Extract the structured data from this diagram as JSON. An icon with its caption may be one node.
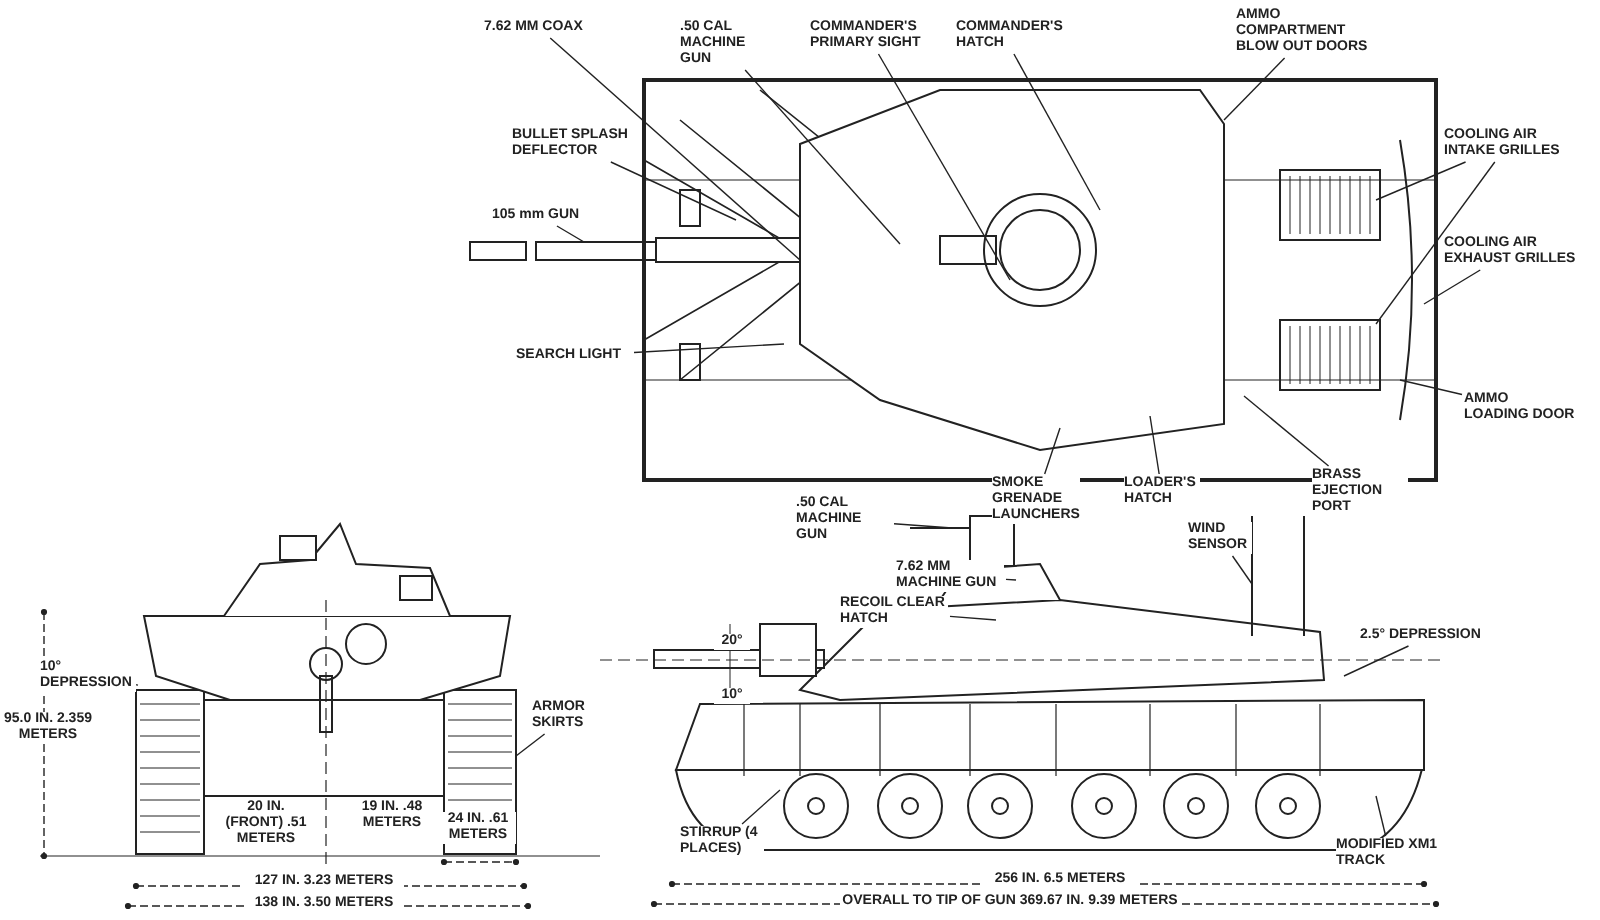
{
  "diagram": {
    "nodes": [
      {
        "text": [
          "7.62 MM COAX"
        ]
      },
      {
        "text": [
          ".50 CAL MACHINE GUN"
        ]
      },
      {
        "text": [
          "COMMANDER'S PRIMARY SIGHT"
        ]
      },
      {
        "text": [
          "COMMANDER'S HATCH"
        ]
      },
      {
        "text": [
          "AMMO COMPARTMENT BLOW OUT DOORS"
        ]
      },
      {
        "text": [
          "BULLET SPLASH DEFLECTOR"
        ]
      },
      {
        "text": [
          "105 mm GUN"
        ]
      },
      {
        "text": [
          "SEARCH LIGHT"
        ]
      },
      {
        "text": [
          "COOLING AIR INTAKE GRILLES"
        ]
      },
      {
        "text": [
          "COOLING AIR EXHAUST GRILLES"
        ]
      },
      {
        "text": [
          "AMMO LOADING DOOR"
        ]
      },
      {
        "text": [
          "SMOKE GRENADE LAUNCHERS"
        ]
      },
      {
        "text": [
          "LOADER'S HATCH"
        ]
      },
      {
        "text": [
          "BRASS EJECTION PORT"
        ]
      },
      {
        "text": [
          ".50 CAL MACHINE GUN"
        ]
      },
      {
        "text": [
          "7.62 MM MACHINE GUN"
        ]
      },
      {
        "text": [
          "RECOIL CLEAR HATCH"
        ]
      },
      {
        "text": [
          "WIND SENSOR"
        ]
      },
      {
        "text": [
          "2.5° DEPRESSION"
        ]
      },
      {
        "text": [
          "STIRRUP (4 PLACES)"
        ]
      },
      {
        "text": [
          "MODIFIED XM1 TRACK"
        ]
      },
      {
        "text": [
          "ARMOR SKIRTS"
        ]
      },
      {
        "text": [
          "10° DEPRESSION"
        ]
      }
    ],
    "edges": [
      {
        "from": 0,
        "to": null,
        "arrow": "none"
      },
      {
        "from": 1,
        "to": null,
        "arrow": "none"
      },
      {
        "from": 2,
        "to": null,
        "arrow": "none"
      },
      {
        "from": 3,
        "to": null,
        "arrow": "none"
      },
      {
        "from": 4,
        "to": null,
        "arrow": "none"
      },
      {
        "from": 5,
        "to": null,
        "arrow": "none"
      },
      {
        "from": 6,
        "to": null,
        "arrow": "none"
      },
      {
        "from": 7,
        "to": null,
        "arrow": "none"
      },
      {
        "from": 8,
        "to": null,
        "arrow": "none"
      },
      {
        "from": 8,
        "to": null,
        "arrow": "none"
      },
      {
        "from": 9,
        "to": null,
        "arrow": "none"
      },
      {
        "from": 10,
        "to": null,
        "arrow": "none"
      },
      {
        "from": 11,
        "to": null,
        "arrow": "none"
      },
      {
        "from": 12,
        "to": null,
        "arrow": "none"
      },
      {
        "from": 13,
        "to": null,
        "arrow": "none"
      },
      {
        "from": 14,
        "to": null,
        "arrow": "none"
      },
      {
        "from": 15,
        "to": null,
        "arrow": "none"
      },
      {
        "from": 16,
        "to": null,
        "arrow": "none"
      },
      {
        "from": 17,
        "to": null,
        "arrow": "none"
      },
      {
        "from": 18,
        "to": null,
        "arrow": "none"
      },
      {
        "from": 19,
        "to": null,
        "arrow": "none"
      },
      {
        "from": 20,
        "to": null,
        "arrow": "none"
      },
      {
        "from": 21,
        "to": null,
        "arrow": "none"
      },
      {
        "from": 22,
        "to": null,
        "arrow": "none"
      }
    ],
    "labels": [
      "20°",
      "10°",
      "95.0 IN. 2.359 METERS",
      "20 IN. (FRONT) .51 METERS",
      "19 IN. .48 METERS",
      "24 IN. .61 METERS",
      "127 IN. 3.23 METERS",
      "138 IN. 3.50 METERS",
      "256 IN. 6.5 METERS",
      "OVERALL TO TIP OF GUN 369.67 IN. 9.39 METERS"
    ]
  }
}
